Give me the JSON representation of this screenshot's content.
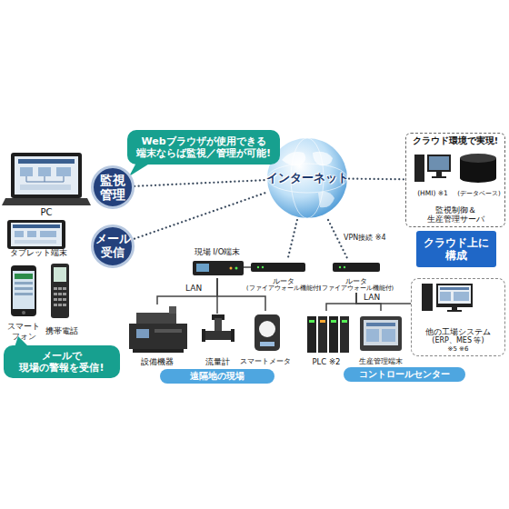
{
  "diagram": {
    "nodes": [
      {
        "text": [
          "Webブラウザが使用できる 端末ならば監視／管理が可能!"
        ]
      },
      {
        "text": [
          "PC"
        ]
      },
      {
        "text": [
          "タブレット端末"
        ]
      },
      {
        "text": [
          "スマート フォン"
        ]
      },
      {
        "text": [
          "携帯電話"
        ]
      },
      {
        "text": [
          "監視 管理"
        ]
      },
      {
        "text": [
          "メール 受信"
        ]
      },
      {
        "text": [
          "メールで 現場の警報を受信!"
        ]
      },
      {
        "text": [
          "インターネット"
        ]
      },
      {
        "text": [
          "クラウド環境で実現!",
          "監視制御＆ 生産管理サーバ"
        ]
      },
      {
        "text": [
          "(HMI) ※1"
        ],
        "in": 9
      },
      {
        "text": [
          "(データベース)"
        ],
        "in": 9
      },
      {
        "text": [
          "クラウド上に 構成"
        ]
      },
      {
        "text": [
          "現場 I/O端末"
        ]
      },
      {
        "text": [
          "ルータ",
          "(ファイアウォール機能付)"
        ]
      },
      {
        "text": [
          "設備機器"
        ]
      },
      {
        "text": [
          "流量計"
        ]
      },
      {
        "text": [
          "スマートメータ"
        ]
      },
      {
        "text": [
          "遠隔地の現場"
        ]
      },
      {
        "text": [
          "ルータ",
          "(ファイアウォール機能付)"
        ]
      },
      {
        "text": [
          "PLC ※2"
        ]
      },
      {
        "text": [
          "生産管理端末"
        ]
      },
      {
        "text": [
          "他の工場システム",
          "(ERP、MES 等)",
          "※5 ※6"
        ]
      },
      {
        "text": [
          "コントロールセンター"
        ]
      }
    ],
    "edges": [
      {
        "from": 5,
        "to": 8,
        "arrow": "none"
      },
      {
        "from": 6,
        "to": 8,
        "arrow": "none"
      },
      {
        "from": 8,
        "to": 9,
        "arrow": "none"
      },
      {
        "from": 8,
        "to": 14,
        "arrow": "none"
      },
      {
        "from": 8,
        "to": 19,
        "label": "VPN接続 ※4",
        "arrow": "none"
      },
      {
        "from": 13,
        "to": 14,
        "arrow": "none"
      },
      {
        "from": 13,
        "to": 15,
        "arrow": "none"
      },
      {
        "from": 13,
        "to": 16,
        "arrow": "none"
      },
      {
        "from": 13,
        "to": 17,
        "arrow": "none"
      },
      {
        "from": 19,
        "to": 20,
        "arrow": "none"
      },
      {
        "from": 19,
        "to": 21,
        "arrow": "none"
      },
      {
        "from": 19,
        "to": 22,
        "arrow": "none"
      }
    ],
    "labels": [
      "LAN",
      "LAN"
    ]
  }
}
